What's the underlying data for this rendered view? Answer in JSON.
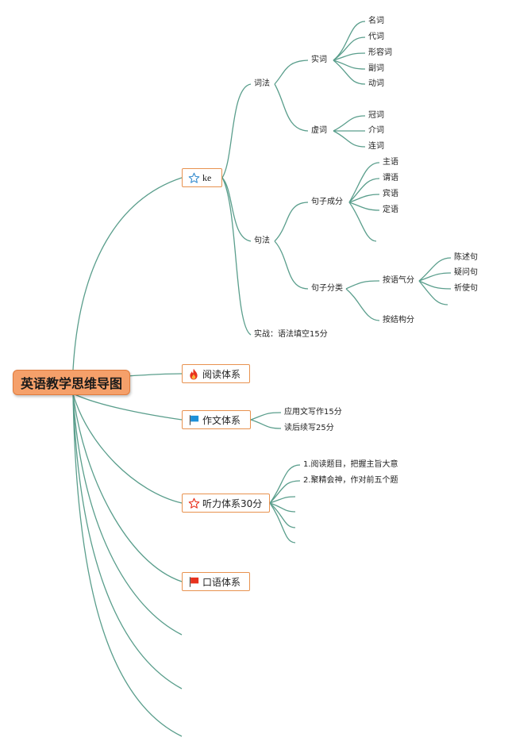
{
  "root": {
    "label": "英语教学思维导图"
  },
  "branches": {
    "ke": {
      "label": "ke",
      "icon": "star-outline-blue-icon",
      "cifa": {
        "label": "词法",
        "shici": {
          "label": "实词",
          "items": [
            "名词",
            "代词",
            "形容词",
            "副词",
            "动词"
          ]
        },
        "xuci": {
          "label": "虚词",
          "items": [
            "冠词",
            "介词",
            "连词"
          ]
        }
      },
      "jufa": {
        "label": "句法",
        "juzi_chengfen": {
          "label": "句子成分",
          "items": [
            "主语",
            "谓语",
            "宾语",
            "定语"
          ]
        },
        "juzi_fenlei": {
          "label": "句子分类",
          "anyuqi": {
            "label": "按语气分",
            "items": [
              "陈述句",
              "疑问句",
              "祈使句"
            ]
          },
          "anjiegou": {
            "label": "按结构分"
          }
        }
      },
      "shizhan": {
        "label": "实战：语法填空15分"
      }
    },
    "yuedu": {
      "label": "阅读体系",
      "icon": "fire-icon"
    },
    "zuowen": {
      "label": "作文体系",
      "icon": "blue-flag-icon",
      "items": [
        "应用文写作15分",
        "读后续写25分"
      ]
    },
    "tingli": {
      "label": "听力体系30分",
      "icon": "star-outline-red-icon",
      "items": [
        "1.阅读题目，把握主旨大意",
        "2.聚精会神，作对前五个题"
      ]
    },
    "kouyu": {
      "label": "口语体系",
      "icon": "red-flag-icon"
    }
  },
  "colors": {
    "line": "#5a9e8c",
    "box_border": "#e8924f",
    "root_fill": "#f5a06a"
  }
}
